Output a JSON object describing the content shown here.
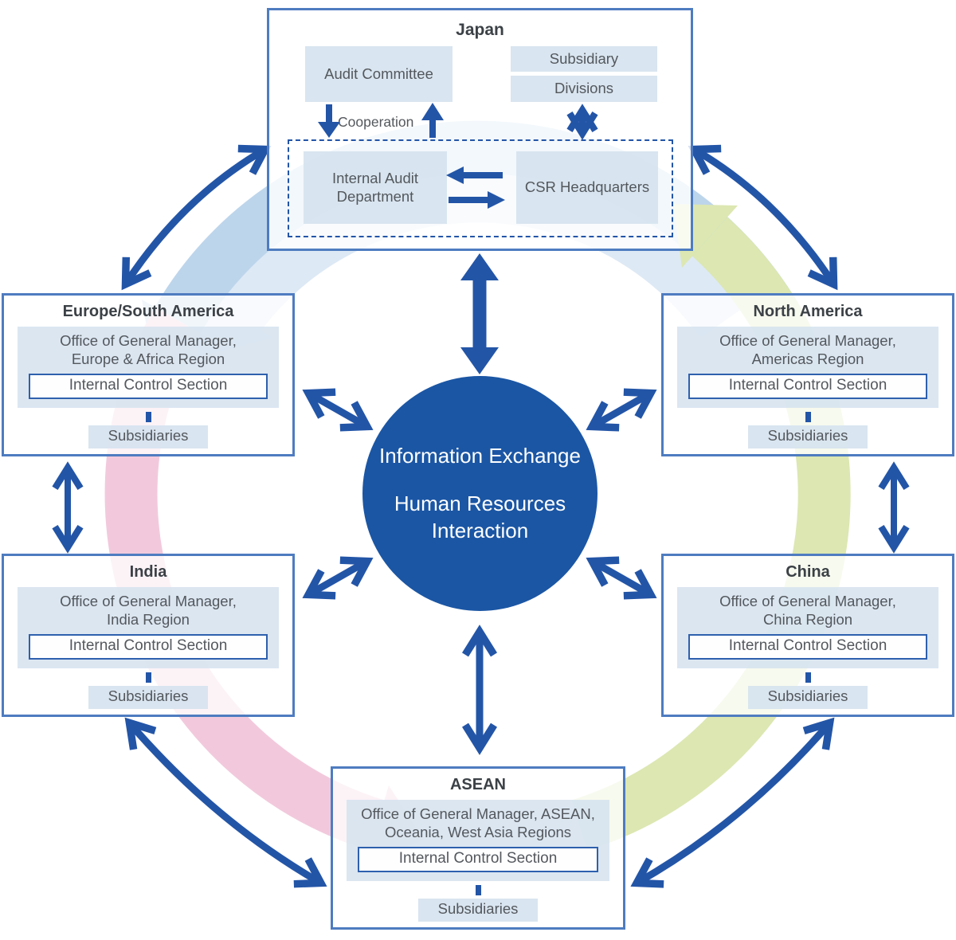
{
  "center": {
    "line1": "Information Exchange",
    "line2": "Human Resources Interaction"
  },
  "japan": {
    "title": "Japan",
    "audit_committee": "Audit Committee",
    "subsidiary": "Subsidiary",
    "divisions": "Divisions",
    "cooperation": "Cooperation",
    "internal_audit": "Internal Audit Department",
    "csr": "CSR Headquarters"
  },
  "regions": {
    "europe": {
      "title": "Europe/South America",
      "office": "Office of General Manager, Europe & Africa Region",
      "ics": "Internal Control Section",
      "subsidiaries": "Subsidiaries"
    },
    "north_america": {
      "title": "North America",
      "office": "Office of General Manager, Americas Region",
      "ics": "Internal Control Section",
      "subsidiaries": "Subsidiaries"
    },
    "india": {
      "title": "India",
      "office": "Office of General Manager, India Region",
      "ics": "Internal Control Section",
      "subsidiaries": "Subsidiaries"
    },
    "china": {
      "title": "China",
      "office": "Office of General Manager, China Region",
      "ics": "Internal Control Section",
      "subsidiaries": "Subsidiaries"
    },
    "asean": {
      "title": "ASEAN",
      "office": "Office of General Manager, ASEAN, Oceania, West Asia Regions",
      "ics": "Internal Control Section",
      "subsidiaries": "Subsidiaries"
    }
  },
  "colors": {
    "arrow_blue": "#2355a7",
    "circle_blue": "#1b56a4",
    "box_border_blue": "#4e7cc0",
    "panel_blue": "#d5e2ee",
    "ring_light_blue": "#bdd5eb",
    "ring_pale_blue": "#dde9f5",
    "ring_pink": "#f2c9dc",
    "ring_green": "#dce7b2",
    "text_dark": "#3b4146",
    "text_gray": "#54585d"
  }
}
